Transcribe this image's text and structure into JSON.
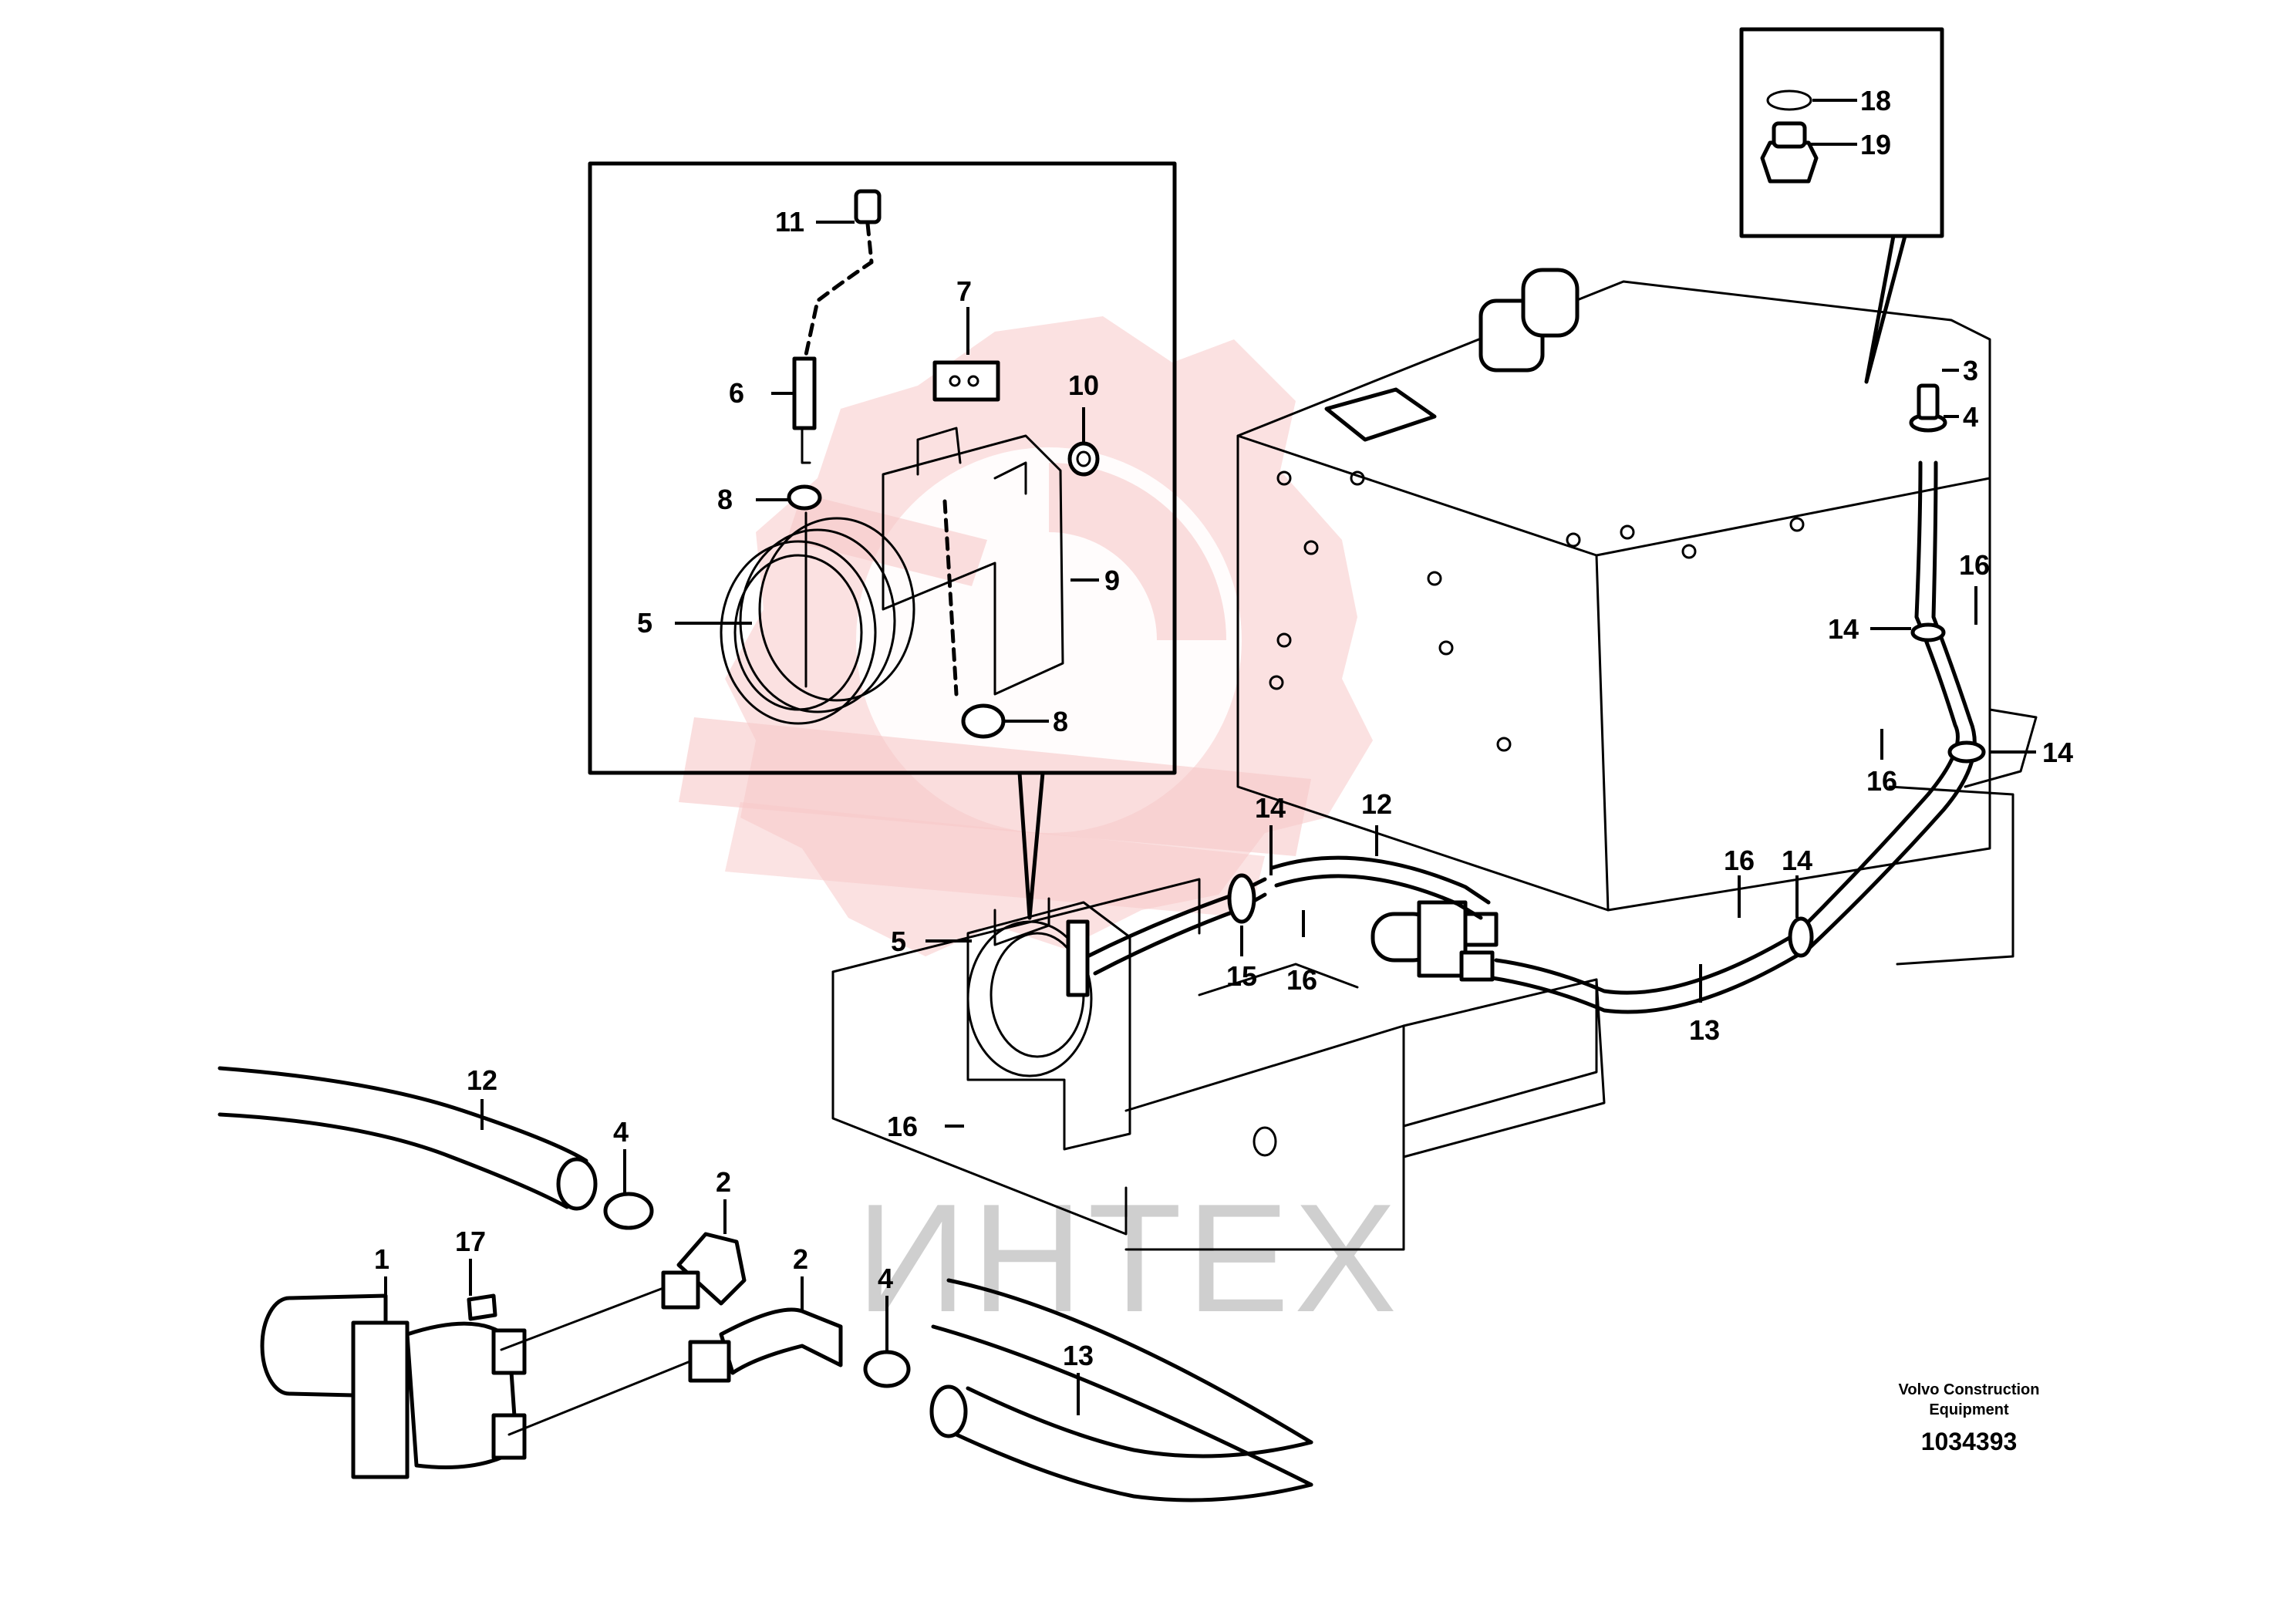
{
  "watermark": {
    "text": "ИНТЕХ",
    "logo_color": "#f7c8c8",
    "text_color": "#cfcfcf"
  },
  "caption": {
    "line1": "Volvo Construction",
    "line2": "Equipment",
    "doc_number": "1034393"
  },
  "callouts": {
    "detail": [
      "11",
      "7",
      "6",
      "10",
      "8",
      "9",
      "5",
      "8"
    ],
    "topright": [
      "18",
      "19"
    ],
    "main_right": [
      "3",
      "4",
      "16",
      "14",
      "16",
      "14",
      "14",
      "16",
      "13"
    ],
    "main_center": [
      "14",
      "12",
      "5",
      "15",
      "16",
      "16"
    ],
    "lower_left": [
      "12",
      "4",
      "2",
      "1",
      "17",
      "2",
      "4",
      "13"
    ]
  }
}
